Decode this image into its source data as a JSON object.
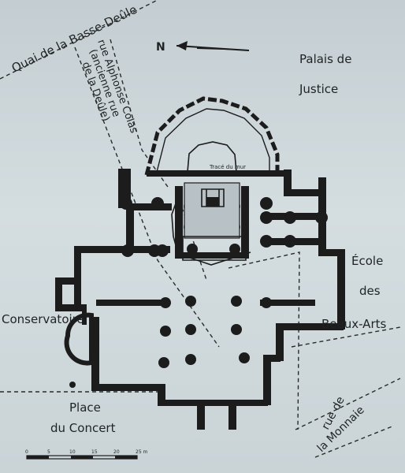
{
  "labels": {
    "quai": "Quai de la Basse-Deûle",
    "rue_colas_1": "rue Alphonse Colas",
    "rue_colas_2": "(ancienne rue",
    "rue_colas_3": "de la Deûle)",
    "palais_1": "Palais de",
    "palais_2": "Justice",
    "trace": "Tracé du mur",
    "ecole_1": "École",
    "ecole_2": "des",
    "ecole_3": "Beaux-Arts",
    "conservatoire": "Conservatoire",
    "place_1": "Place",
    "place_2": "du Concert",
    "monnaie_1": "rue de",
    "monnaie_2": "la Monnaie",
    "north": "N"
  },
  "scale": {
    "ticks": [
      "0",
      "5",
      "10",
      "15",
      "20",
      "25 m"
    ]
  },
  "colors": {
    "paper": "#c9d3d6",
    "ink": "#1c1c1c"
  }
}
